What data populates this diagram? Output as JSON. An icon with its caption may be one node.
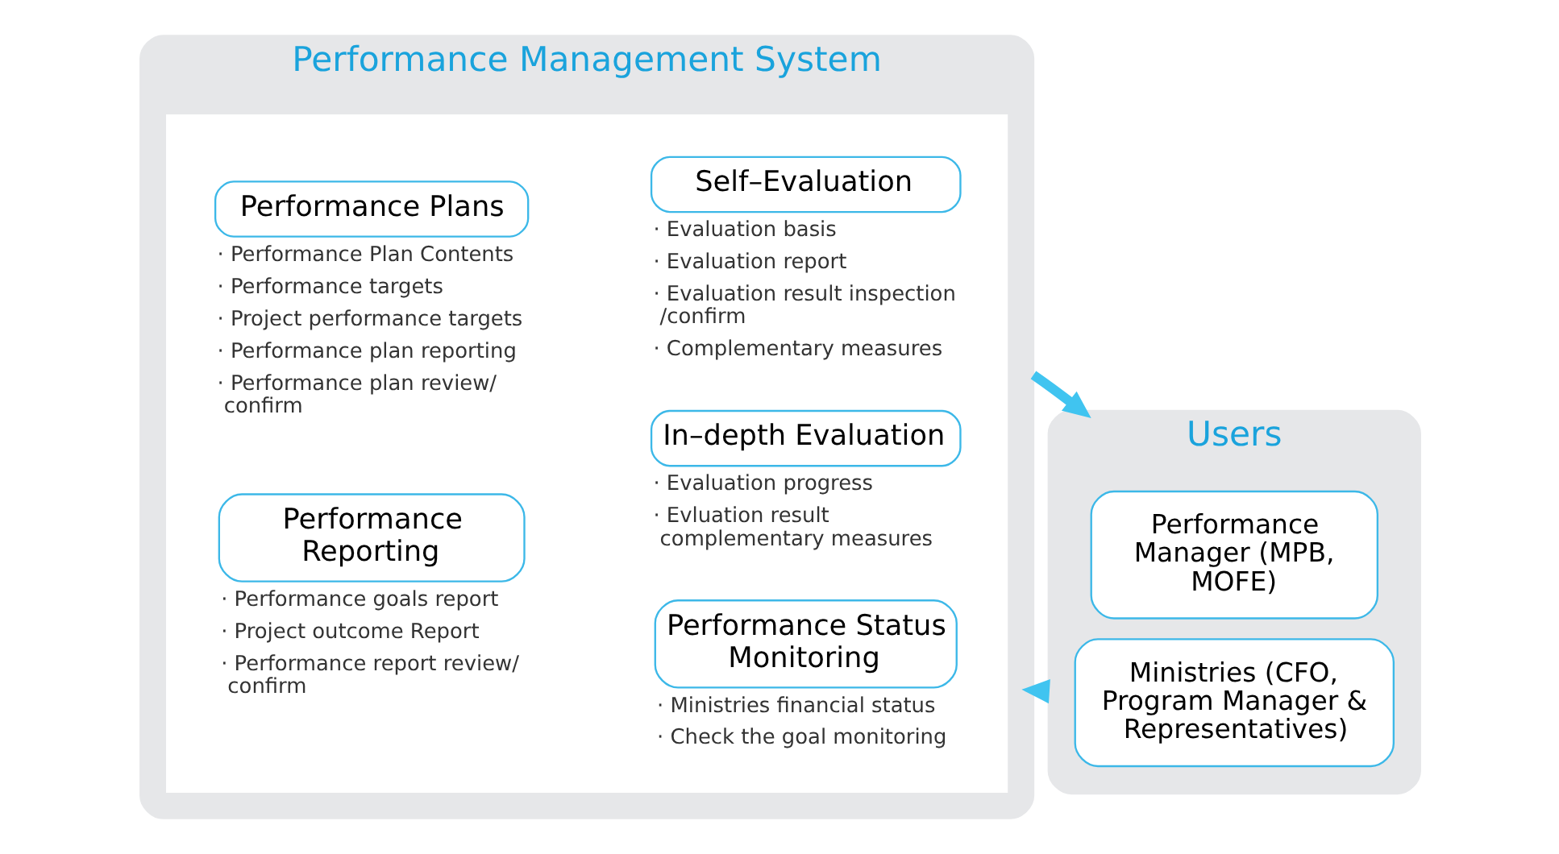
{
  "diagram": {
    "nodes": [
      {
        "text": [
          "Performance Management System"
        ]
      },
      {
        "text": [],
        "shape": "box",
        "in": 0
      },
      {
        "text": [
          "Performance Plans"
        ],
        "in": 1,
        "beside": [
          "· Performance Plan Contents",
          "· Performance targets",
          "· Project performance targets",
          "· Performance plan reporting",
          "· Performance plan review/ confirm"
        ]
      },
      {
        "text": [
          "Performance Reporting"
        ],
        "in": 1,
        "beside": [
          "· Performance goals report",
          "· Project outcome Report",
          "· Performance report review/ confirm"
        ]
      },
      {
        "text": [
          "Self–Evaluation"
        ],
        "in": 1,
        "beside": [
          "· Evaluation basis",
          "· Evaluation report",
          "· Evaluation result inspection /confirm",
          "· Complementary measures"
        ]
      },
      {
        "text": [
          "In–depth Evaluation"
        ],
        "in": 1,
        "beside": [
          "· Evaluation progress",
          "· Evluation result complementary measures"
        ]
      },
      {
        "text": [
          "Performance Status Monitoring"
        ],
        "in": 1,
        "beside": [
          "· Ministries financial status",
          "· Check the goal monitoring"
        ]
      },
      {
        "text": [
          "Users"
        ]
      },
      {
        "text": [
          "Performance Manager (MPB, MOFE)"
        ],
        "in": 7
      },
      {
        "text": [
          "Ministries (CFO, Program Manager & Representatives)"
        ],
        "in": 7
      }
    ],
    "edges": [
      {
        "from": 0,
        "to": 7,
        "arrow": "to"
      },
      {
        "from": 7,
        "to": 0,
        "arrow": "to"
      }
    ]
  }
}
